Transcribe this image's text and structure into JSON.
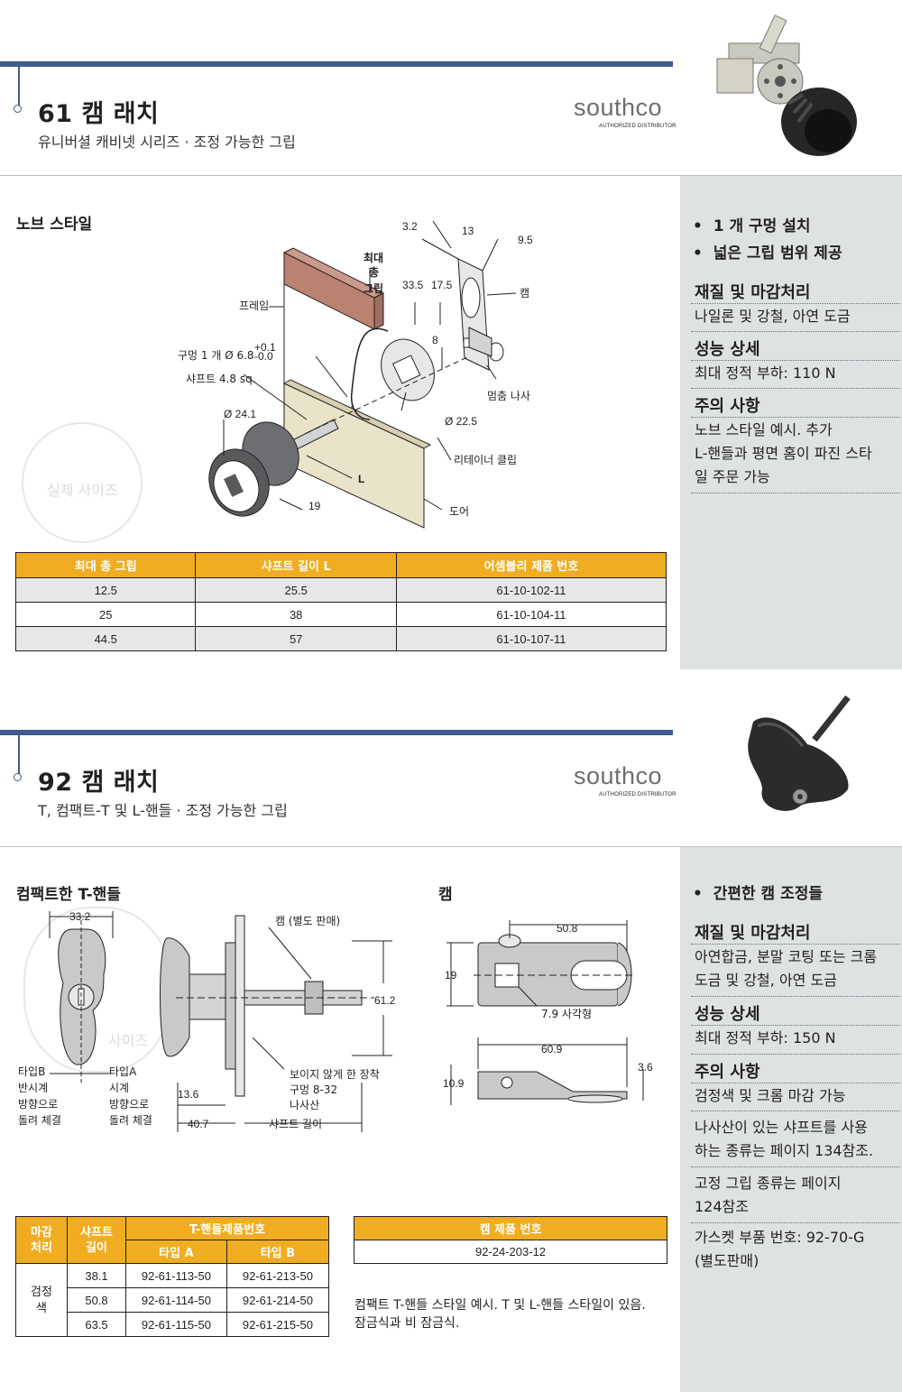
{
  "section1": {
    "title": "61 캠 래치",
    "subtitle": "유니버셜 캐비넷 시리즈 · 조정 가능한 그립",
    "logo": "southco",
    "logo_sub": "AUTHORIZED DISTRIBUTOR",
    "section_label": "노브 스타일",
    "watermark": "실제 사이즈",
    "diagram_labels": {
      "max_grip": [
        "최대",
        "총",
        "그립"
      ],
      "frame": "프레임",
      "hole": "구멍 1 개 Ø 6.8",
      "tol_plus": "+0.1",
      "tol_minus": "-0.0",
      "shaft": "샤프트 4.8 sq.",
      "d241": "Ø 24.1",
      "cam": "캠",
      "stop_screw": "멈춤 나사",
      "d225": "Ø 22.5",
      "retainer_clip": "리테이너 클립",
      "door": "도어",
      "d32": "3.2",
      "d13": "13",
      "d95": "9.5",
      "d335": "33.5",
      "d175": "17.5",
      "d8": "8",
      "d19": "19",
      "L": "L"
    },
    "table": {
      "headers": [
        "최대 총 그립",
        "샤프트 길이 L",
        "어셈블리 제품 번호"
      ],
      "rows": [
        [
          "12.5",
          "25.5",
          "61-10-102-11"
        ],
        [
          "25",
          "38",
          "61-10-104-11"
        ],
        [
          "44.5",
          "57",
          "61-10-107-11"
        ]
      ]
    },
    "sidebar": {
      "bullets": [
        "1 개 구멍 설치",
        "넓은 그립 범위 제공"
      ],
      "material_h": "재질 및 마감처리",
      "material_t": "나일론 및 강철, 아연 도금",
      "perf_h": "성능 상세",
      "perf_t": "최대 정적 부하: 110 N",
      "note_h": "주의 사항",
      "note_lines": [
        "노브 스타일 예시. 추가",
        "L-핸들과 평면 홈이 파진 스타",
        "일 주문 가능"
      ]
    }
  },
  "section2": {
    "title": "92 캠 래치",
    "subtitle": "T, 컴팩트-T 및 L-핸들 · 조정 가능한 그립",
    "logo": "southco",
    "logo_sub": "AUTHORIZED DISTRIBUTOR",
    "label_left": "컴팩트한 T-핸들",
    "label_right": "캠",
    "watermark": "사이즈",
    "diagram_labels": {
      "d332": "33.2",
      "cam_sold": "캠 (별도 판매)",
      "d612": "61.2",
      "typeB": [
        "타입B",
        "반시계",
        "방향으로",
        "돌려 체결"
      ],
      "typeA": [
        "타입A",
        "시계",
        "방향으로",
        "돌려 체결"
      ],
      "d136": "13.6",
      "d407": "40.7",
      "shaft_len": "샤프트 길이",
      "hidden": [
        "보이지 않게 한 장착",
        "구멍 8-32",
        "나사산"
      ],
      "d508": "50.8",
      "d19": "19",
      "d79": "7.9 사각형",
      "d609": "60.9",
      "d36": "3.6",
      "d109": "10.9"
    },
    "table": {
      "h_finish": "마감처리",
      "h_shaft": "샤프트 길이",
      "h_group": "T-핸들제품번호",
      "h_typeA": "타입 A",
      "h_typeB": "타입 B",
      "finish": "검정색",
      "rows": [
        [
          "38.1",
          "92-61-113-50",
          "92-61-213-50"
        ],
        [
          "50.8",
          "92-61-114-50",
          "92-61-214-50"
        ],
        [
          "63.5",
          "92-61-115-50",
          "92-61-215-50"
        ]
      ]
    },
    "cam_table": {
      "header": "캠 제품 번호",
      "value": "92-24-203-12"
    },
    "note": [
      "컴팩트 T-핸들 스타일 예시. T 및 L-핸들 스타일이 있음.",
      "잠금식과 비 잠금식."
    ],
    "sidebar": {
      "bullets": [
        "간편한 캠 조정들"
      ],
      "material_h": "재질 및 마감처리",
      "material_lines": [
        "아연합금, 분말 코팅 또는 크롬",
        "도금 및 강철, 아연 도금"
      ],
      "perf_h": "성능 상세",
      "perf_t": "최대 정적 부하: 150 N",
      "note_h": "주의 사항",
      "note1": "검정색 및 크롬 마감 가능",
      "note2": [
        "나사산이 있는 샤프트를 사용",
        "하는 종류는 페이지 134참조."
      ],
      "note3": [
        "고정 그립 종류는 페이지",
        "124참조"
      ],
      "note4": [
        "가스켓 부품 번호: 92-70-G",
        "(별도판매)"
      ]
    }
  },
  "colors": {
    "accent_blue": "#3f5b8f",
    "table_header": "#f0ad22",
    "sidebar_bg": "#dfe2e3",
    "frame_brown": "#b98272",
    "door_beige": "#e9e3c9"
  }
}
